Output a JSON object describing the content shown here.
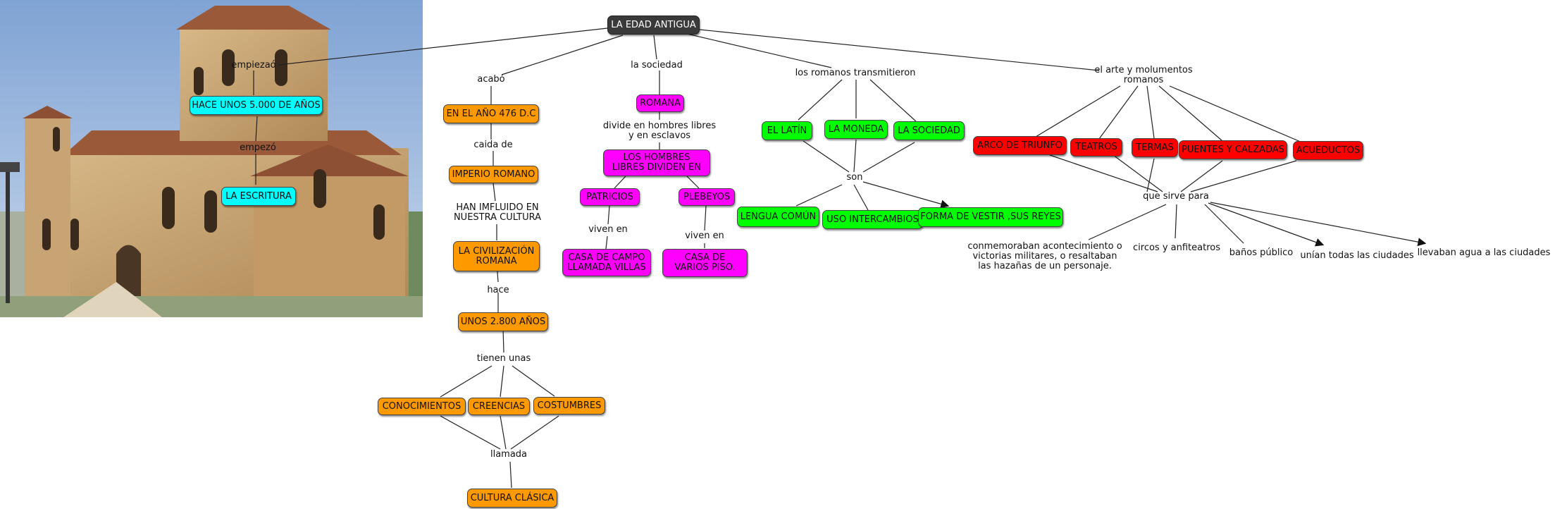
{
  "colors": {
    "root": "#3a3a3a",
    "cyan": "#00ffff",
    "orange": "#ff9900",
    "magenta": "#ff00ff",
    "green": "#00ff00",
    "red": "#ff0000",
    "line": "#222222"
  },
  "photo": {
    "icon": "church-photo"
  },
  "root": {
    "label": "LA EDAD ANTIGUA"
  },
  "writing": {
    "link1": "empiezaó",
    "node1": "HACE UNOS 5.000 DE AÑOS",
    "link2": "empezó",
    "node2": "LA ESCRITURA"
  },
  "orange_branch": {
    "link_acabo": "acabó",
    "year_end": "EN EL AÑO 476 D.C",
    "link_caida": "caida de",
    "empire": "IMPERIO ROMANO",
    "link_influido": "HAN IMFLUIDO EN NUESTRA CULTURA",
    "civilization": "LA CIVILIZACIÓN ROMANA",
    "link_hace": "hace",
    "years": "UNOS 2.800 AÑOS",
    "link_tienen": "tienen unas",
    "items": [
      "CONOCIMIENTOS",
      "CREENCIAS",
      "COSTUMBRES"
    ],
    "link_llamada": "llamada",
    "culture": "CULTURA CLÁSICA"
  },
  "society_branch": {
    "link_sociedad": "la sociedad",
    "romana": "ROMANA",
    "link_divide": "divide en hombres libres y en esclavos",
    "free_men": "LOS HOMBRES LIBRES DIVIDEN EN",
    "patricios": "PATRICIOS",
    "plebeyos": "PLEBEYOS",
    "link_viven1": "viven en",
    "link_viven2": "viven en",
    "house_country": "CASA DE CAMPO LLAMADA VILLAS",
    "house_floors": "CASA DE VARIOS PISO."
  },
  "transmit_branch": {
    "link_transmit": "los romanos transmitieron",
    "items": [
      "EL LATÍN",
      "LA MONEDA",
      "LA SOCIEDAD"
    ],
    "link_son": "son",
    "results": [
      "LENGUA COMÚN",
      "USO INTERCAMBIOS",
      "FORMA DE VESTIR ,SUS REYES"
    ]
  },
  "art_branch": {
    "link_art": "el arte y molumentos romanos",
    "items": [
      "ARCO DE TRIUNFO",
      "TEATROS",
      "TERMAS",
      "PUENTES Y CALZADAS",
      "ACUEDUCTOS"
    ],
    "link_sirve": "que sirve para",
    "uses": [
      "conmemoraban acontecimiento o victorias militares, o resaltaban las hazañas de un personaje.",
      "circos y anfiteatros",
      "baños público",
      "unían todas las ciudades",
      "llevaban agua a las ciudades"
    ]
  }
}
